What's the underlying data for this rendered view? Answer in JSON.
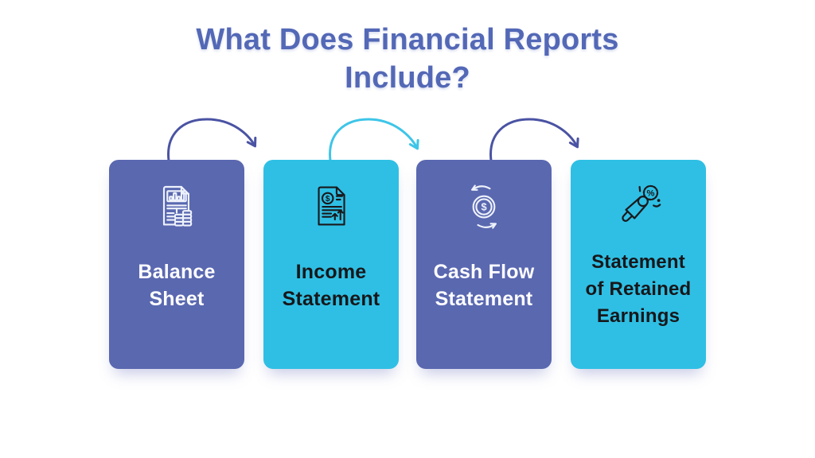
{
  "title": {
    "line1": "What Does Financial Reports",
    "line2": "Include?"
  },
  "colors": {
    "title": "#5368b6",
    "card_purple": "#5a68b0",
    "card_cyan": "#2fbfe4",
    "arrow_indigo": "#4a53a3",
    "arrow_cyan": "#3ec5e8",
    "icon_light_stroke": "#eef2fb",
    "icon_dark_stroke": "#19191c",
    "text_light": "#fdfdff",
    "text_dark": "#17171a"
  },
  "cards": [
    {
      "name": "balance-sheet",
      "theme": "purple",
      "icon": "balance-sheet-document-icon",
      "lines": [
        "Balance",
        "Sheet"
      ]
    },
    {
      "name": "income-statement",
      "theme": "cyan",
      "icon": "income-statement-document-icon",
      "lines": [
        "Income",
        "Statement"
      ]
    },
    {
      "name": "cash-flow-statement",
      "theme": "purple",
      "icon": "cash-flow-coins-icon",
      "lines": [
        "Cash Flow",
        "Statement"
      ]
    },
    {
      "name": "statement-of-retained-earnings",
      "theme": "cyan",
      "icon": "megaphone-percent-icon",
      "lines": [
        "Statement",
        "of Retained",
        "Earnings"
      ]
    }
  ],
  "icon_symbols": {
    "dollar": "$",
    "percent": "%"
  }
}
